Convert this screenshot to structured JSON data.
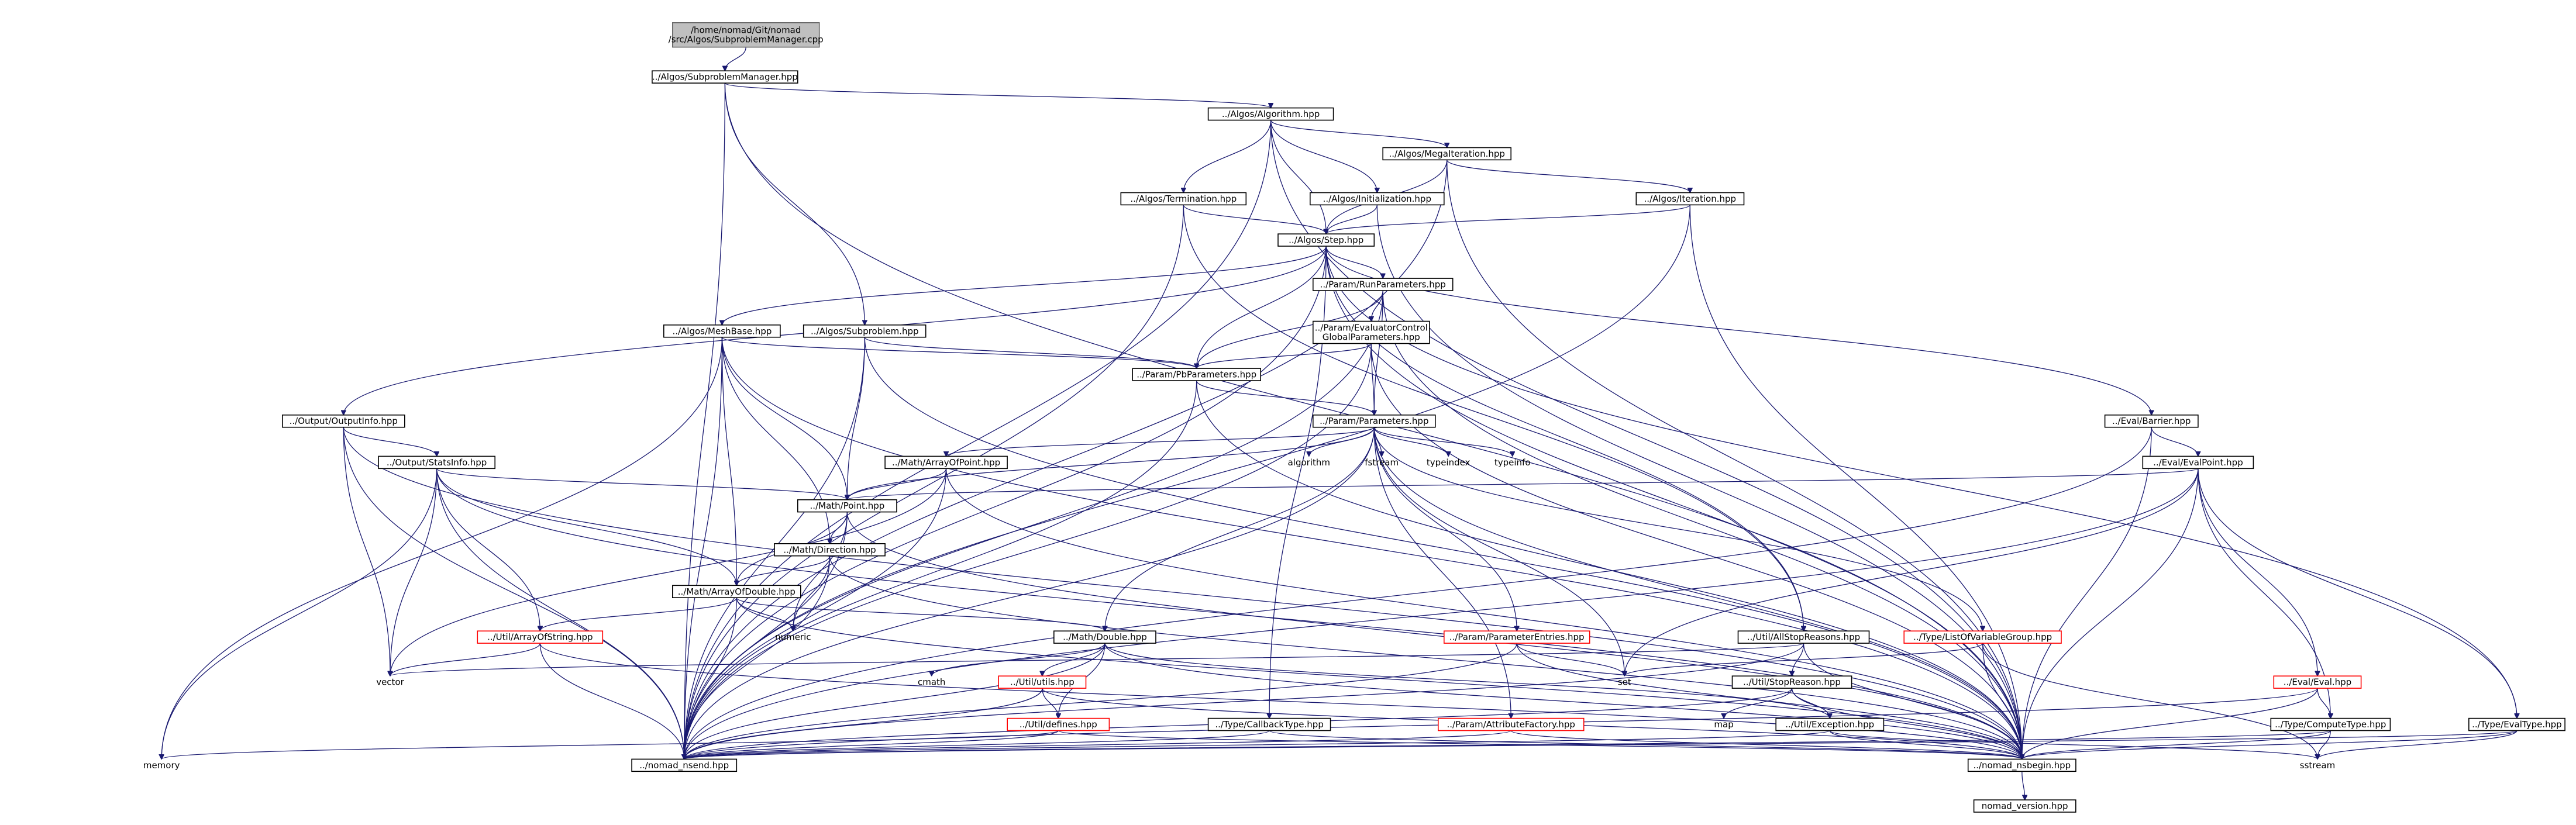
{
  "diagram": {
    "kind": "include-dependency-graph",
    "colors": {
      "edge": "#191970",
      "node_border": "#000000",
      "root_fill": "#bfbfbf",
      "root_border": "#666666",
      "warning_border": "#ff0000"
    },
    "nodes": [
      {
        "id": "root",
        "lines": [
          "/home/nomad/Git/nomad",
          "/src/Algos/SubproblemManager.cpp"
        ],
        "style": "root"
      },
      {
        "id": "subproblemManager",
        "lines": [
          "../Algos/SubproblemManager.hpp"
        ],
        "style": "normal"
      },
      {
        "id": "algorithm",
        "lines": [
          "../Algos/Algorithm.hpp"
        ],
        "style": "normal"
      },
      {
        "id": "megaIteration",
        "lines": [
          "../Algos/MegaIteration.hpp"
        ],
        "style": "normal"
      },
      {
        "id": "termination",
        "lines": [
          "../Algos/Termination.hpp"
        ],
        "style": "normal"
      },
      {
        "id": "initialization",
        "lines": [
          "../Algos/Initialization.hpp"
        ],
        "style": "normal"
      },
      {
        "id": "iteration",
        "lines": [
          "../Algos/Iteration.hpp"
        ],
        "style": "normal"
      },
      {
        "id": "step",
        "lines": [
          "../Algos/Step.hpp"
        ],
        "style": "normal"
      },
      {
        "id": "runParameters",
        "lines": [
          "../Param/RunParameters.hpp"
        ],
        "style": "normal"
      },
      {
        "id": "meshBase",
        "lines": [
          "../Algos/MeshBase.hpp"
        ],
        "style": "normal"
      },
      {
        "id": "subproblem",
        "lines": [
          "../Algos/Subproblem.hpp"
        ],
        "style": "normal"
      },
      {
        "id": "evaluatorControl",
        "lines": [
          "../Param/EvaluatorControl",
          "GlobalParameters.hpp"
        ],
        "style": "normal"
      },
      {
        "id": "pbParameters",
        "lines": [
          "../Param/PbParameters.hpp"
        ],
        "style": "normal"
      },
      {
        "id": "outputInfo",
        "lines": [
          "../Output/OutputInfo.hpp"
        ],
        "style": "normal"
      },
      {
        "id": "parameters",
        "lines": [
          "../Param/Parameters.hpp"
        ],
        "style": "normal"
      },
      {
        "id": "barrier",
        "lines": [
          "../Eval/Barrier.hpp"
        ],
        "style": "normal"
      },
      {
        "id": "statsInfo",
        "lines": [
          "../Output/StatsInfo.hpp"
        ],
        "style": "normal"
      },
      {
        "id": "arrayOfPoint",
        "lines": [
          "../Math/ArrayOfPoint.hpp"
        ],
        "style": "normal"
      },
      {
        "id": "algorithmStd",
        "lines": [
          "algorithm"
        ],
        "style": "plain"
      },
      {
        "id": "fstream",
        "lines": [
          "fstream"
        ],
        "style": "plain"
      },
      {
        "id": "typeindex",
        "lines": [
          "typeindex"
        ],
        "style": "plain"
      },
      {
        "id": "typeinfo",
        "lines": [
          "typeinfo"
        ],
        "style": "plain"
      },
      {
        "id": "evalPoint",
        "lines": [
          "../Eval/EvalPoint.hpp"
        ],
        "style": "normal"
      },
      {
        "id": "point",
        "lines": [
          "../Math/Point.hpp"
        ],
        "style": "normal"
      },
      {
        "id": "direction",
        "lines": [
          "../Math/Direction.hpp"
        ],
        "style": "normal"
      },
      {
        "id": "arrayOfDouble",
        "lines": [
          "../Math/ArrayOfDouble.hpp"
        ],
        "style": "normal"
      },
      {
        "id": "arrayOfString",
        "lines": [
          "../Util/ArrayOfString.hpp"
        ],
        "style": "red"
      },
      {
        "id": "numeric",
        "lines": [
          "numeric"
        ],
        "style": "plain"
      },
      {
        "id": "double",
        "lines": [
          "../Math/Double.hpp"
        ],
        "style": "normal"
      },
      {
        "id": "parameterEntries",
        "lines": [
          "../Param/ParameterEntries.hpp"
        ],
        "style": "red"
      },
      {
        "id": "allStopReasons",
        "lines": [
          "../Util/AllStopReasons.hpp"
        ],
        "style": "normal"
      },
      {
        "id": "listOfVariableGroup",
        "lines": [
          "../Type/ListOfVariableGroup.hpp"
        ],
        "style": "red"
      },
      {
        "id": "vector",
        "lines": [
          "vector"
        ],
        "style": "plain"
      },
      {
        "id": "cmath",
        "lines": [
          "cmath"
        ],
        "style": "plain"
      },
      {
        "id": "utils",
        "lines": [
          "../Util/utils.hpp"
        ],
        "style": "red"
      },
      {
        "id": "set",
        "lines": [
          "set"
        ],
        "style": "plain"
      },
      {
        "id": "stopReason",
        "lines": [
          "../Util/StopReason.hpp"
        ],
        "style": "normal"
      },
      {
        "id": "eval",
        "lines": [
          "../Eval/Eval.hpp"
        ],
        "style": "red"
      },
      {
        "id": "defines",
        "lines": [
          "../Util/defines.hpp"
        ],
        "style": "red"
      },
      {
        "id": "callbackType",
        "lines": [
          "../Type/CallbackType.hpp"
        ],
        "style": "normal"
      },
      {
        "id": "attributeFactory",
        "lines": [
          "../Param/AttributeFactory.hpp"
        ],
        "style": "red"
      },
      {
        "id": "map",
        "lines": [
          "map"
        ],
        "style": "plain"
      },
      {
        "id": "exception",
        "lines": [
          "../Util/Exception.hpp"
        ],
        "style": "normal"
      },
      {
        "id": "computeType",
        "lines": [
          "../Type/ComputeType.hpp"
        ],
        "style": "normal"
      },
      {
        "id": "evalType",
        "lines": [
          "../Type/EvalType.hpp"
        ],
        "style": "normal"
      },
      {
        "id": "memory",
        "lines": [
          "memory"
        ],
        "style": "plain"
      },
      {
        "id": "nomadNsend",
        "lines": [
          "../nomad_nsend.hpp"
        ],
        "style": "normal"
      },
      {
        "id": "nomadNsbegin",
        "lines": [
          "../nomad_nsbegin.hpp"
        ],
        "style": "normal"
      },
      {
        "id": "sstream",
        "lines": [
          "sstream"
        ],
        "style": "plain"
      },
      {
        "id": "nomadVersion",
        "lines": [
          "nomad_version.hpp"
        ],
        "style": "normal"
      }
    ],
    "edges": [
      [
        "root",
        "subproblemManager"
      ],
      [
        "subproblemManager",
        "algorithm"
      ],
      [
        "subproblemManager",
        "subproblem"
      ],
      [
        "subproblemManager",
        "nomadNsend"
      ],
      [
        "subproblemManager",
        "nomadNsbegin"
      ],
      [
        "algorithm",
        "megaIteration"
      ],
      [
        "algorithm",
        "termination"
      ],
      [
        "algorithm",
        "initialization"
      ],
      [
        "algorithm",
        "step"
      ],
      [
        "algorithm",
        "nomadNsend"
      ],
      [
        "algorithm",
        "nomadNsbegin"
      ],
      [
        "megaIteration",
        "iteration"
      ],
      [
        "megaIteration",
        "step"
      ],
      [
        "megaIteration",
        "nomadNsend"
      ],
      [
        "megaIteration",
        "nomadNsbegin"
      ],
      [
        "termination",
        "step"
      ],
      [
        "termination",
        "nomadNsend"
      ],
      [
        "termination",
        "allStopReasons"
      ],
      [
        "initialization",
        "step"
      ],
      [
        "initialization",
        "nomadNsbegin"
      ],
      [
        "iteration",
        "step"
      ],
      [
        "iteration",
        "nomadNsend"
      ],
      [
        "iteration",
        "nomadNsbegin"
      ],
      [
        "step",
        "runParameters"
      ],
      [
        "step",
        "meshBase"
      ],
      [
        "step",
        "outputInfo"
      ],
      [
        "step",
        "pbParameters"
      ],
      [
        "step",
        "barrier"
      ],
      [
        "step",
        "allStopReasons"
      ],
      [
        "step",
        "callbackType"
      ],
      [
        "step",
        "evalType"
      ],
      [
        "step",
        "nomadNsend"
      ],
      [
        "step",
        "nomadNsbegin"
      ],
      [
        "runParameters",
        "evaluatorControl"
      ],
      [
        "runParameters",
        "pbParameters"
      ],
      [
        "runParameters",
        "parameters"
      ],
      [
        "runParameters",
        "nomadNsend"
      ],
      [
        "runParameters",
        "nomadNsbegin"
      ],
      [
        "evaluatorControl",
        "pbParameters"
      ],
      [
        "evaluatorControl",
        "parameters"
      ],
      [
        "evaluatorControl",
        "nomadNsend"
      ],
      [
        "evaluatorControl",
        "nomadNsbegin"
      ],
      [
        "meshBase",
        "pbParameters"
      ],
      [
        "meshBase",
        "point"
      ],
      [
        "meshBase",
        "direction"
      ],
      [
        "meshBase",
        "arrayOfDouble"
      ],
      [
        "meshBase",
        "nomadNsend"
      ],
      [
        "meshBase",
        "nomadNsbegin"
      ],
      [
        "meshBase",
        "memory"
      ],
      [
        "subproblem",
        "pbParameters"
      ],
      [
        "subproblem",
        "point"
      ],
      [
        "subproblem",
        "nomadNsend"
      ],
      [
        "subproblem",
        "nomadNsbegin"
      ],
      [
        "pbParameters",
        "parameters"
      ],
      [
        "pbParameters",
        "nomadNsend"
      ],
      [
        "pbParameters",
        "nomadNsbegin"
      ],
      [
        "outputInfo",
        "statsInfo"
      ],
      [
        "outputInfo",
        "vector"
      ],
      [
        "outputInfo",
        "nomadNsend"
      ],
      [
        "outputInfo",
        "nomadNsbegin"
      ],
      [
        "parameters",
        "arrayOfPoint"
      ],
      [
        "parameters",
        "point"
      ],
      [
        "parameters",
        "algorithmStd"
      ],
      [
        "parameters",
        "fstream"
      ],
      [
        "parameters",
        "typeindex"
      ],
      [
        "parameters",
        "typeinfo"
      ],
      [
        "parameters",
        "double"
      ],
      [
        "parameters",
        "parameterEntries"
      ],
      [
        "parameters",
        "attributeFactory"
      ],
      [
        "parameters",
        "listOfVariableGroup"
      ],
      [
        "parameters",
        "set"
      ],
      [
        "parameters",
        "nomadNsend"
      ],
      [
        "parameters",
        "nomadNsbegin"
      ],
      [
        "barrier",
        "evalPoint"
      ],
      [
        "barrier",
        "nomadNsend"
      ],
      [
        "barrier",
        "nomadNsbegin"
      ],
      [
        "statsInfo",
        "point"
      ],
      [
        "statsInfo",
        "arrayOfString"
      ],
      [
        "statsInfo",
        "arrayOfDouble"
      ],
      [
        "statsInfo",
        "vector"
      ],
      [
        "statsInfo",
        "memory"
      ],
      [
        "statsInfo",
        "nomadNsend"
      ],
      [
        "statsInfo",
        "nomadNsbegin"
      ],
      [
        "arrayOfPoint",
        "point"
      ],
      [
        "arrayOfPoint",
        "vector"
      ],
      [
        "arrayOfPoint",
        "nomadNsend"
      ],
      [
        "arrayOfPoint",
        "nomadNsbegin"
      ],
      [
        "evalPoint",
        "point"
      ],
      [
        "evalPoint",
        "eval"
      ],
      [
        "evalPoint",
        "computeType"
      ],
      [
        "evalPoint",
        "evalType"
      ],
      [
        "evalPoint",
        "set"
      ],
      [
        "evalPoint",
        "nomadNsend"
      ],
      [
        "evalPoint",
        "nomadNsbegin"
      ],
      [
        "point",
        "direction"
      ],
      [
        "point",
        "arrayOfDouble"
      ],
      [
        "point",
        "numeric"
      ],
      [
        "point",
        "nomadNsend"
      ],
      [
        "point",
        "nomadNsbegin"
      ],
      [
        "direction",
        "arrayOfDouble"
      ],
      [
        "direction",
        "numeric"
      ],
      [
        "direction",
        "nomadNsend"
      ],
      [
        "direction",
        "nomadNsbegin"
      ],
      [
        "arrayOfDouble",
        "double"
      ],
      [
        "arrayOfDouble",
        "arrayOfString"
      ],
      [
        "arrayOfDouble",
        "numeric"
      ],
      [
        "arrayOfDouble",
        "nomadNsend"
      ],
      [
        "arrayOfDouble",
        "nomadNsbegin"
      ],
      [
        "arrayOfString",
        "vector"
      ],
      [
        "arrayOfString",
        "nomadNsend"
      ],
      [
        "arrayOfString",
        "nomadNsbegin"
      ],
      [
        "double",
        "utils"
      ],
      [
        "double",
        "defines"
      ],
      [
        "double",
        "exception"
      ],
      [
        "double",
        "cmath"
      ],
      [
        "double",
        "nomadNsend"
      ],
      [
        "double",
        "nomadNsbegin"
      ],
      [
        "utils",
        "defines"
      ],
      [
        "utils",
        "nomadNsend"
      ],
      [
        "utils",
        "nomadNsbegin"
      ],
      [
        "defines",
        "nomadNsend"
      ],
      [
        "defines",
        "nomadNsbegin"
      ],
      [
        "defines",
        "memory"
      ],
      [
        "parameterEntries",
        "set"
      ],
      [
        "parameterEntries",
        "nomadNsend"
      ],
      [
        "parameterEntries",
        "nomadNsbegin"
      ],
      [
        "allStopReasons",
        "stopReason"
      ],
      [
        "allStopReasons",
        "vector"
      ],
      [
        "allStopReasons",
        "nomadNsend"
      ],
      [
        "allStopReasons",
        "nomadNsbegin"
      ],
      [
        "listOfVariableGroup",
        "set"
      ],
      [
        "listOfVariableGroup",
        "sstream"
      ],
      [
        "listOfVariableGroup",
        "nomadNsbegin"
      ],
      [
        "stopReason",
        "exception"
      ],
      [
        "stopReason",
        "map"
      ],
      [
        "stopReason",
        "nomadNsend"
      ],
      [
        "stopReason",
        "nomadNsbegin"
      ],
      [
        "exception",
        "sstream"
      ],
      [
        "exception",
        "nomadNsend"
      ],
      [
        "exception",
        "nomadNsbegin"
      ],
      [
        "eval",
        "computeType"
      ],
      [
        "eval",
        "nomadNsend"
      ],
      [
        "eval",
        "nomadNsbegin"
      ],
      [
        "computeType",
        "sstream"
      ],
      [
        "computeType",
        "nomadNsend"
      ],
      [
        "computeType",
        "nomadNsbegin"
      ],
      [
        "evalType",
        "sstream"
      ],
      [
        "evalType",
        "nomadNsend"
      ],
      [
        "evalType",
        "nomadNsbegin"
      ],
      [
        "callbackType",
        "nomadNsend"
      ],
      [
        "callbackType",
        "nomadNsbegin"
      ],
      [
        "attributeFactory",
        "nomadNsend"
      ],
      [
        "attributeFactory",
        "nomadNsbegin"
      ],
      [
        "nomadNsbegin",
        "nomadVersion"
      ]
    ]
  }
}
